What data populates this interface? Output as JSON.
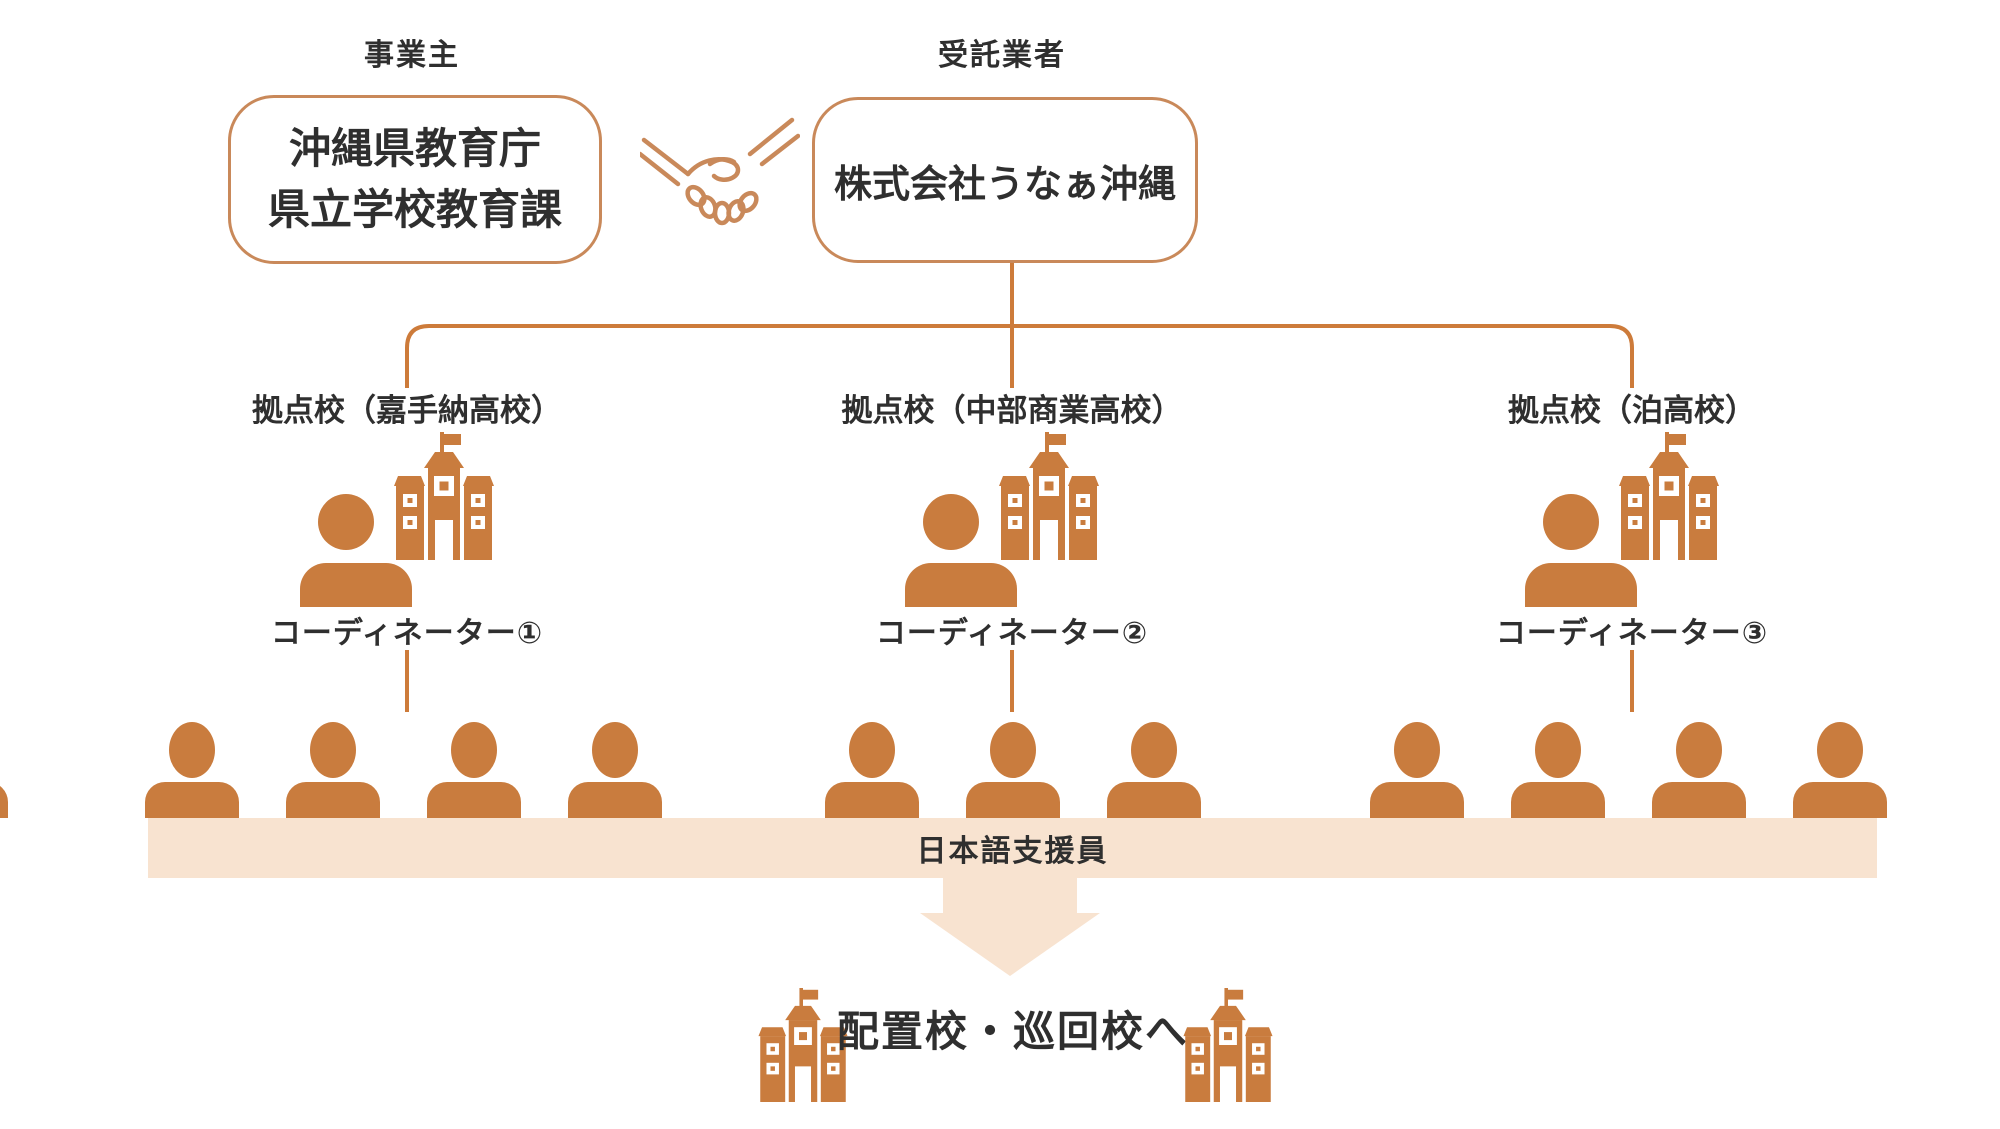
{
  "colors": {
    "icon_orange": "#c97c3e",
    "line_orange": "#cd7b3a",
    "box_border": "#c9895a",
    "banner_peach": "#f8e3d0",
    "text_dark": "#2f2f2f",
    "background": "#ffffff"
  },
  "top": {
    "client": {
      "role_label": "事業主",
      "name_line1": "沖縄県教育庁",
      "name_line2": "県立学校教育課"
    },
    "contractor": {
      "role_label": "受託業者",
      "name": "株式会社うなぁ沖縄"
    },
    "handshake_icon": "handshake-icon"
  },
  "branches": [
    {
      "school_label": "拠点校（嘉手納高校）",
      "coordinator_label": "コーディネーター①",
      "icons": [
        "person-icon",
        "school-building-icon"
      ]
    },
    {
      "school_label": "拠点校（中部商業高校）",
      "coordinator_label": "コーディネーター②",
      "icons": [
        "person-icon",
        "school-building-icon"
      ]
    },
    {
      "school_label": "拠点校（泊高校）",
      "coordinator_label": "コーディネーター③",
      "icons": [
        "person-icon",
        "school-building-icon"
      ]
    }
  ],
  "supporters": {
    "banner_label": "日本語支援員",
    "groups": [
      {
        "count": 4
      },
      {
        "count": 3
      },
      {
        "count": 4
      }
    ],
    "icon": "person-icon"
  },
  "flow": {
    "arrow_icon": "down-arrow"
  },
  "bottom": {
    "destination_label": "配置校・巡回校へ",
    "icons": [
      "school-building-icon",
      "school-building-icon"
    ]
  }
}
